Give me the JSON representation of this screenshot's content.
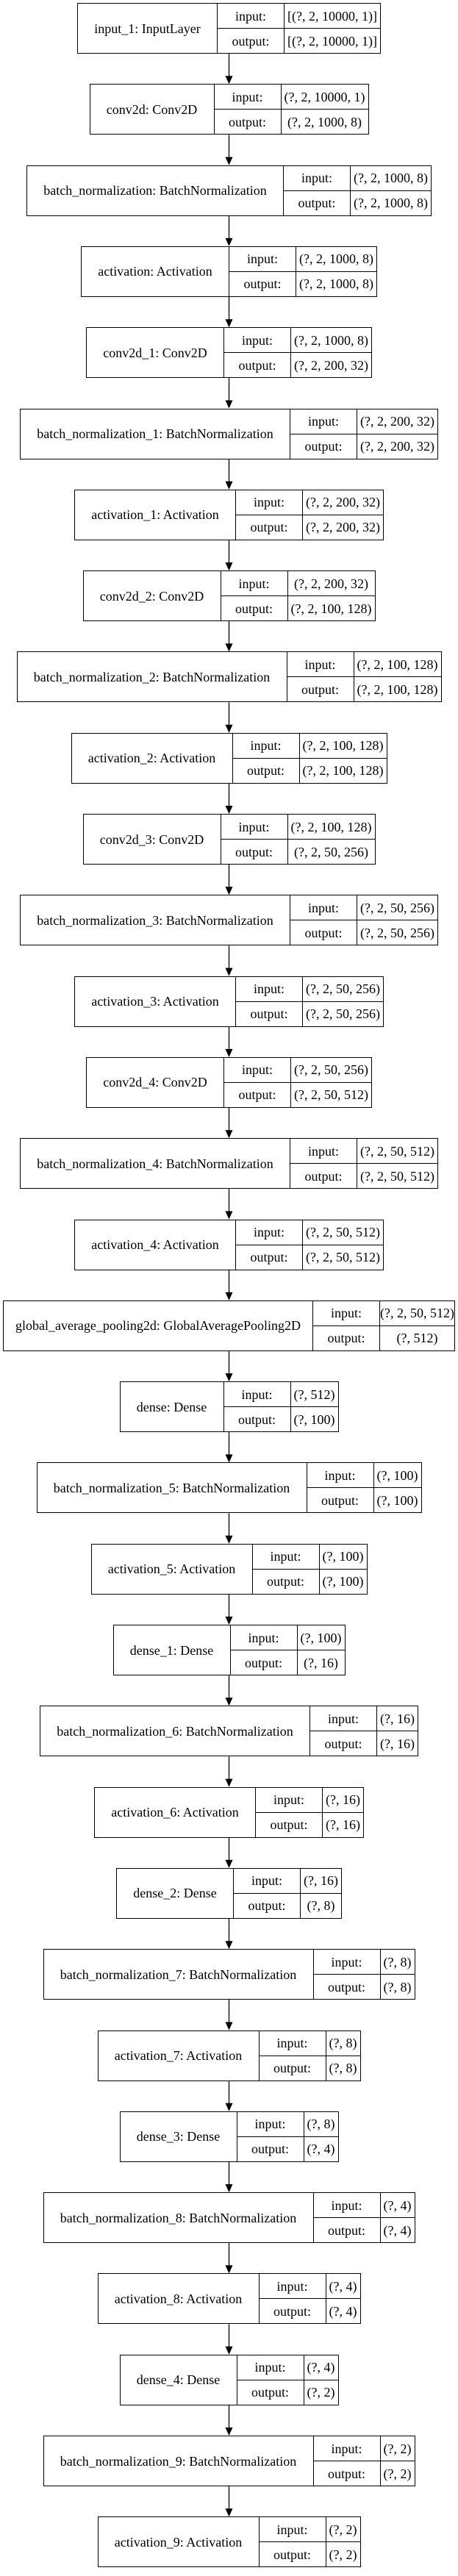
{
  "diagram": {
    "labels": {
      "input": "input:",
      "output": "output:"
    },
    "layers": [
      {
        "name": "input_1: InputLayer",
        "input": "[(?, 2, 10000, 1)]",
        "output": "[(?, 2, 10000, 1)]"
      },
      {
        "name": "conv2d: Conv2D",
        "input": "(?, 2, 10000, 1)",
        "output": "(?, 2, 1000, 8)"
      },
      {
        "name": "batch_normalization: BatchNormalization",
        "input": "(?, 2, 1000, 8)",
        "output": "(?, 2, 1000, 8)"
      },
      {
        "name": "activation: Activation",
        "input": "(?, 2, 1000, 8)",
        "output": "(?, 2, 1000, 8)"
      },
      {
        "name": "conv2d_1: Conv2D",
        "input": "(?, 2, 1000, 8)",
        "output": "(?, 2, 200, 32)"
      },
      {
        "name": "batch_normalization_1: BatchNormalization",
        "input": "(?, 2, 200, 32)",
        "output": "(?, 2, 200, 32)"
      },
      {
        "name": "activation_1: Activation",
        "input": "(?, 2, 200, 32)",
        "output": "(?, 2, 200, 32)"
      },
      {
        "name": "conv2d_2: Conv2D",
        "input": "(?, 2, 200, 32)",
        "output": "(?, 2, 100, 128)"
      },
      {
        "name": "batch_normalization_2: BatchNormalization",
        "input": "(?, 2, 100, 128)",
        "output": "(?, 2, 100, 128)"
      },
      {
        "name": "activation_2: Activation",
        "input": "(?, 2, 100, 128)",
        "output": "(?, 2, 100, 128)"
      },
      {
        "name": "conv2d_3: Conv2D",
        "input": "(?, 2, 100, 128)",
        "output": "(?, 2, 50, 256)"
      },
      {
        "name": "batch_normalization_3: BatchNormalization",
        "input": "(?, 2, 50, 256)",
        "output": "(?, 2, 50, 256)"
      },
      {
        "name": "activation_3: Activation",
        "input": "(?, 2, 50, 256)",
        "output": "(?, 2, 50, 256)"
      },
      {
        "name": "conv2d_4: Conv2D",
        "input": "(?, 2, 50, 256)",
        "output": "(?, 2, 50, 512)"
      },
      {
        "name": "batch_normalization_4: BatchNormalization",
        "input": "(?, 2, 50, 512)",
        "output": "(?, 2, 50, 512)"
      },
      {
        "name": "activation_4: Activation",
        "input": "(?, 2, 50, 512)",
        "output": "(?, 2, 50, 512)"
      },
      {
        "name": "global_average_pooling2d: GlobalAveragePooling2D",
        "input": "(?, 2, 50, 512)",
        "output": "(?, 512)"
      },
      {
        "name": "dense: Dense",
        "input": "(?, 512)",
        "output": "(?, 100)"
      },
      {
        "name": "batch_normalization_5: BatchNormalization",
        "input": "(?, 100)",
        "output": "(?, 100)"
      },
      {
        "name": "activation_5: Activation",
        "input": "(?, 100)",
        "output": "(?, 100)"
      },
      {
        "name": "dense_1: Dense",
        "input": "(?, 100)",
        "output": "(?, 16)"
      },
      {
        "name": "batch_normalization_6: BatchNormalization",
        "input": "(?, 16)",
        "output": "(?, 16)"
      },
      {
        "name": "activation_6: Activation",
        "input": "(?, 16)",
        "output": "(?, 16)"
      },
      {
        "name": "dense_2: Dense",
        "input": "(?, 16)",
        "output": "(?, 8)"
      },
      {
        "name": "batch_normalization_7: BatchNormalization",
        "input": "(?, 8)",
        "output": "(?, 8)"
      },
      {
        "name": "activation_7: Activation",
        "input": "(?, 8)",
        "output": "(?, 8)"
      },
      {
        "name": "dense_3: Dense",
        "input": "(?, 8)",
        "output": "(?, 4)"
      },
      {
        "name": "batch_normalization_8: BatchNormalization",
        "input": "(?, 4)",
        "output": "(?, 4)"
      },
      {
        "name": "activation_8: Activation",
        "input": "(?, 4)",
        "output": "(?, 4)"
      },
      {
        "name": "dense_4: Dense",
        "input": "(?, 4)",
        "output": "(?, 2)"
      },
      {
        "name": "batch_normalization_9: BatchNormalization",
        "input": "(?, 2)",
        "output": "(?, 2)"
      },
      {
        "name": "activation_9: Activation",
        "input": "(?, 2)",
        "output": "(?, 2)"
      }
    ]
  }
}
